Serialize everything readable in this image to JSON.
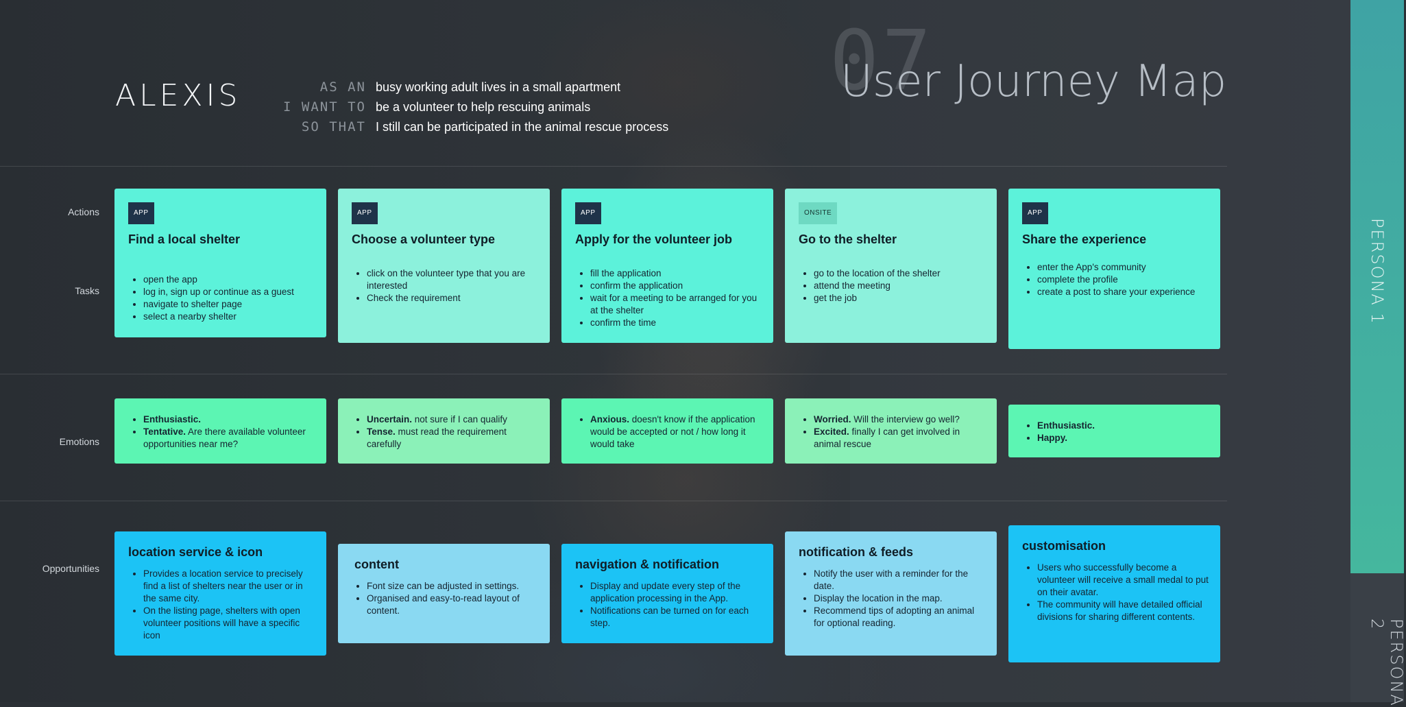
{
  "persona": {
    "name": "ALEXIS",
    "rail_1": "PERSONA 1",
    "rail_2": "PERSONA 2"
  },
  "header": {
    "number": "07",
    "title": "User Journey Map"
  },
  "story": [
    {
      "key": "AS AN",
      "value": "busy working adult lives in a small apartment"
    },
    {
      "key": "I WANT TO",
      "value": "be a volunteer to help rescuing animals"
    },
    {
      "key": "SO THAT",
      "value": "I still can be participated in the animal rescue process"
    }
  ],
  "row_labels": {
    "actions": "Actions",
    "tasks": "Tasks",
    "emotions": "Emotions",
    "opportunities": "Opportunities"
  },
  "steps": [
    {
      "badge": "APP",
      "title": "Find a local shelter",
      "tasks": [
        "open the app",
        "log in, sign up or continue as a guest",
        "navigate to shelter page",
        "select a nearby shelter"
      ],
      "emotions": [
        {
          "strong": "Enthusiastic.",
          "text": ""
        },
        {
          "strong": "Tentative.",
          "text": " Are there available volunteer opportunities near me?"
        }
      ],
      "opportunity": {
        "title": "location service & icon",
        "items": [
          "Provides a location service to precisely find a list of shelters near the user or in the same city.",
          "On the listing page, shelters with open volunteer positions will have a specific icon"
        ]
      }
    },
    {
      "badge": "APP",
      "title": "Choose a volunteer type",
      "tasks": [
        "click on the volunteer type that you are interested",
        "Check the requirement"
      ],
      "emotions": [
        {
          "strong": "Uncertain.",
          "text": " not sure if I can qualify"
        },
        {
          "strong": "Tense.",
          "text": " must read the requirement carefully"
        }
      ],
      "opportunity": {
        "title": "content",
        "items": [
          "Font size can be adjusted in settings.",
          "Organised and easy-to-read layout of content."
        ]
      }
    },
    {
      "badge": "APP",
      "title": "Apply for the volunteer job",
      "tasks": [
        "fill the application",
        "confirm the application",
        "wait for a meeting to be arranged for you at the shelter",
        "confirm the time"
      ],
      "emotions": [
        {
          "strong": "Anxious.",
          "text": " doesn't know if the application would be accepted or not / how long it would take"
        }
      ],
      "opportunity": {
        "title": "navigation & notification",
        "items": [
          "Display and update every step of the application processing in the App.",
          "Notifications can be turned on for each step."
        ]
      }
    },
    {
      "badge": "ONSITE",
      "title": "Go to the shelter",
      "tasks": [
        "go to the location of the shelter",
        "attend the meeting",
        "get the job"
      ],
      "emotions": [
        {
          "strong": "Worried.",
          "text": " Will the interview go well?"
        },
        {
          "strong": "Excited.",
          "text": " finally I can get involved in animal rescue"
        }
      ],
      "opportunity": {
        "title": "notification & feeds",
        "items": [
          "Notify the user with a reminder for the date.",
          "Display the location in the map.",
          "Recommend tips of adopting an animal for optional reading."
        ]
      }
    },
    {
      "badge": "APP",
      "title": "Share the experience",
      "tasks": [
        "enter the App's community",
        "complete the profile",
        "create a post to share your experience"
      ],
      "emotions": [
        {
          "strong": "Enthusiastic.",
          "text": ""
        },
        {
          "strong": "Happy.",
          "text": ""
        }
      ],
      "opportunity": {
        "title": "customisation",
        "items": [
          "Users who successfully become a volunteer will receive a small medal to put on their avatar.",
          "The community will have detailed official divisions for sharing different contents."
        ]
      }
    }
  ],
  "colors": {
    "background": "#2b3035",
    "action_card": "#5cf2da",
    "emotion_card": "#5cf5b3",
    "opportunity_card": "#1cc3f5",
    "badge": "#1f3349",
    "persona_rail": "#45b79e"
  }
}
